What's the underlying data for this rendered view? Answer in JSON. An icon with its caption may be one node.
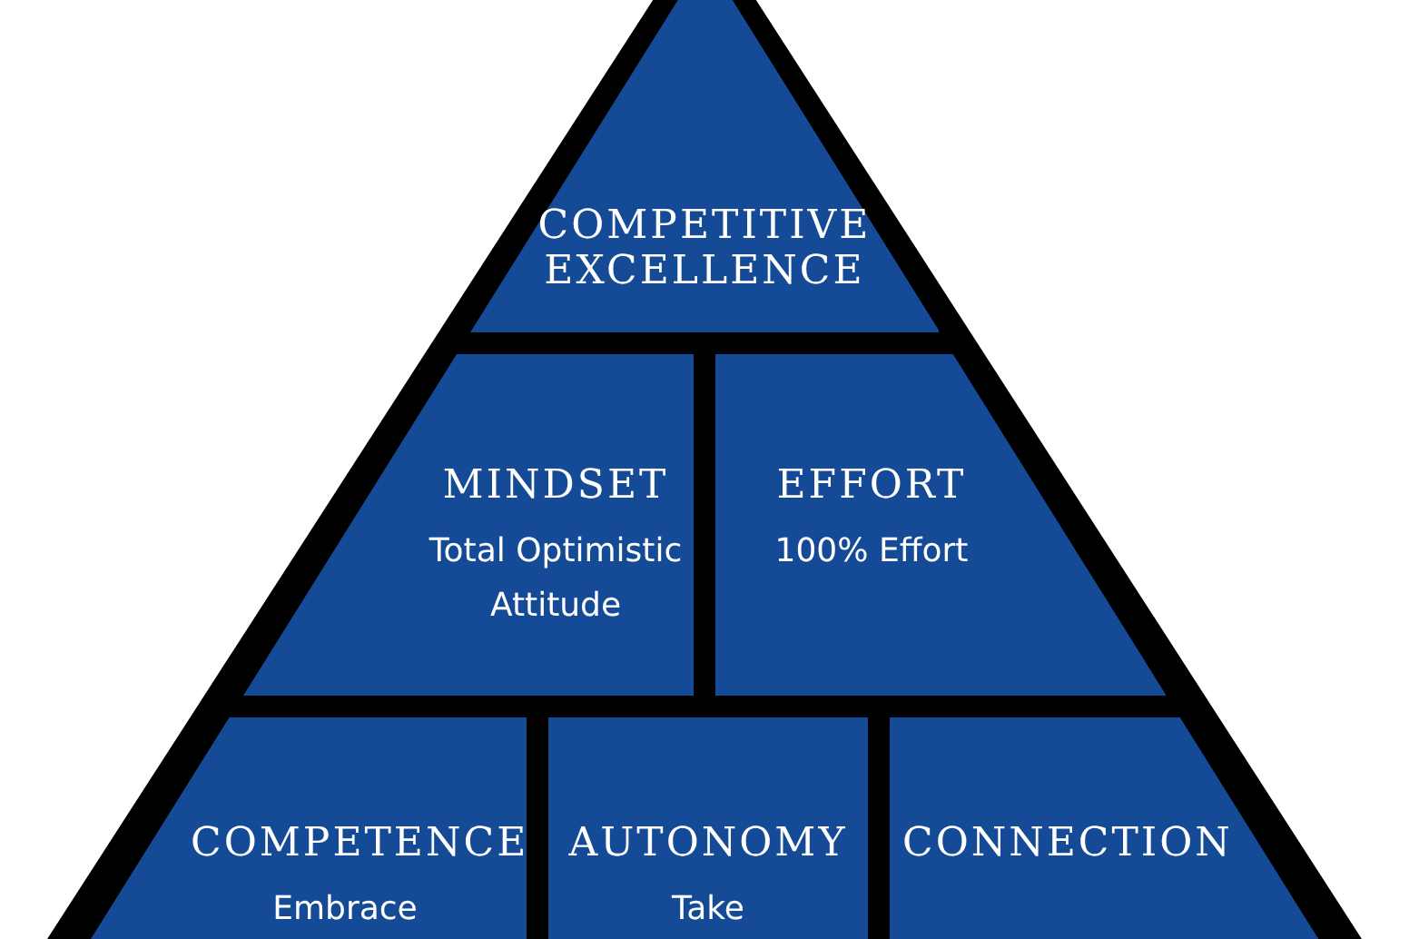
{
  "diagram": {
    "nodes": [
      {
        "text": [
          "COMPETITIVE EXCELLENCE"
        ]
      },
      {
        "text": [
          "MINDSET",
          "Total Optimistic Attitude"
        ]
      },
      {
        "text": [
          "EFFORT",
          "100% Effort"
        ]
      },
      {
        "text": [
          "COMPETENCE",
          "Embrace"
        ]
      },
      {
        "text": [
          "AUTONOMY",
          "Take"
        ]
      },
      {
        "text": [
          "CONNECTION"
        ]
      }
    ]
  }
}
